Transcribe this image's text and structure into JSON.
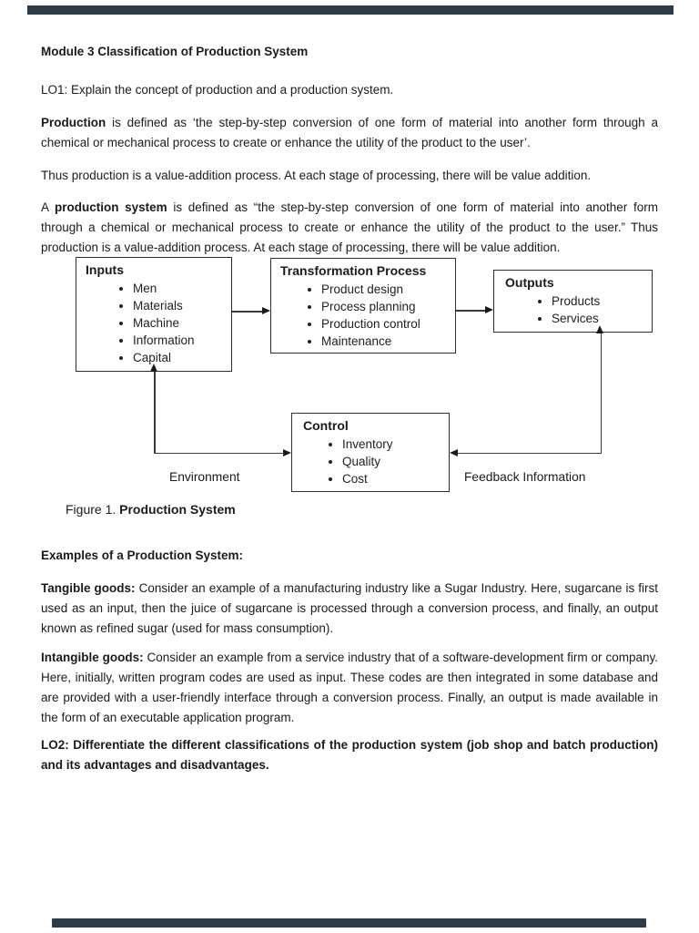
{
  "colors": {
    "page_edge": "#2c3b46",
    "text": "#1b1b1b",
    "box_border": "#2e2e2e"
  },
  "doc": {
    "title": "Module 3 Classification of Production System",
    "lo1": "LO1: Explain the concept of production and a production system.",
    "p_production": {
      "bold": "Production",
      "rest": " is defined as ‘the step-by-step conversion of one form of material into another form through a chemical or mechanical process to create or enhance the utility of the product to the user’."
    },
    "p_value_addition": "Thus production is a value-addition process. At each stage of processing, there will be value addition.",
    "p_system": {
      "pre": "A ",
      "bold": "production system",
      "rest": " is defined as “the step-by-step conversion of one form of material into another form through a chemical or mechanical process to create or enhance the utility of the product to the user.” Thus production is a value-addition process. At each stage of processing, there will be value addition."
    },
    "caption": {
      "prefix": "Figure 1. ",
      "bold": "Production System"
    },
    "examples_heading": "Examples of a Production System:",
    "tangible": {
      "bold": "Tangible goods:",
      "rest": " Consider an example of a manufacturing industry like a Sugar Industry. Here, sugarcane is first used as an input, then the juice of sugarcane is processed through a conversion process, and finally, an output known as refined sugar (used for mass consumption)."
    },
    "intangible": {
      "bold": "Intangible goods:",
      "rest": " Consider an example from a service industry that of a software-development firm or company. Here, initially, written program codes are used as input. These codes are then integrated in some database and are provided with a user-friendly interface through a conversion process. Finally, an output is made available in the form of an executable application program."
    },
    "lo2": "LO2: Differentiate the different classifications of the production system (job shop and batch production) and its advantages and disadvantages."
  },
  "diagram": {
    "inputs": {
      "title": "Inputs",
      "items": [
        "Men",
        "Materials",
        "Machine",
        "Information",
        "Capital"
      ]
    },
    "transformation": {
      "title": "Transformation Process",
      "items": [
        "Product design",
        "Process planning",
        "Production control",
        "Maintenance"
      ]
    },
    "outputs": {
      "title": "Outputs",
      "items": [
        "Products",
        "Services"
      ]
    },
    "control": {
      "title": "Control",
      "items": [
        "Inventory",
        "Quality",
        "Cost"
      ]
    },
    "labels": {
      "environment": "Environment",
      "feedback": "Feedback Information"
    }
  }
}
